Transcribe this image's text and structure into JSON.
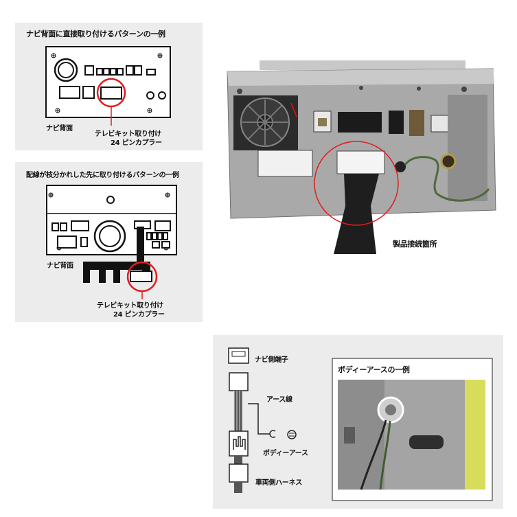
{
  "panel1": {
    "title": "ナビ背面に直接取り付けるパターンの一例",
    "label_back": "ナビ背面",
    "label_coupler_line1": "テレビキット取り付け",
    "label_coupler_line2": "24 ピンカプラー"
  },
  "panel2": {
    "title": "配線が枝分かれした先に取り付けるパターンの一例",
    "label_back": "ナビ背面",
    "label_coupler_line1": "テレビキット取り付け",
    "label_coupler_line2": "24 ピンカプラー"
  },
  "photo_main": {
    "caption": "製品接続箇所"
  },
  "panel3": {
    "label_navi_terminal": "ナビ側端子",
    "label_earth_wire": "アース線",
    "label_body_earth": "ボディーアース",
    "label_vehicle_harness": "車両側ハーネス",
    "example_title": "ボディーアースの一例"
  },
  "colors": {
    "panel_bg": "#ececec",
    "highlight_circle": "#e21c1c",
    "photo_frame_bg": "#d7dd5a"
  }
}
